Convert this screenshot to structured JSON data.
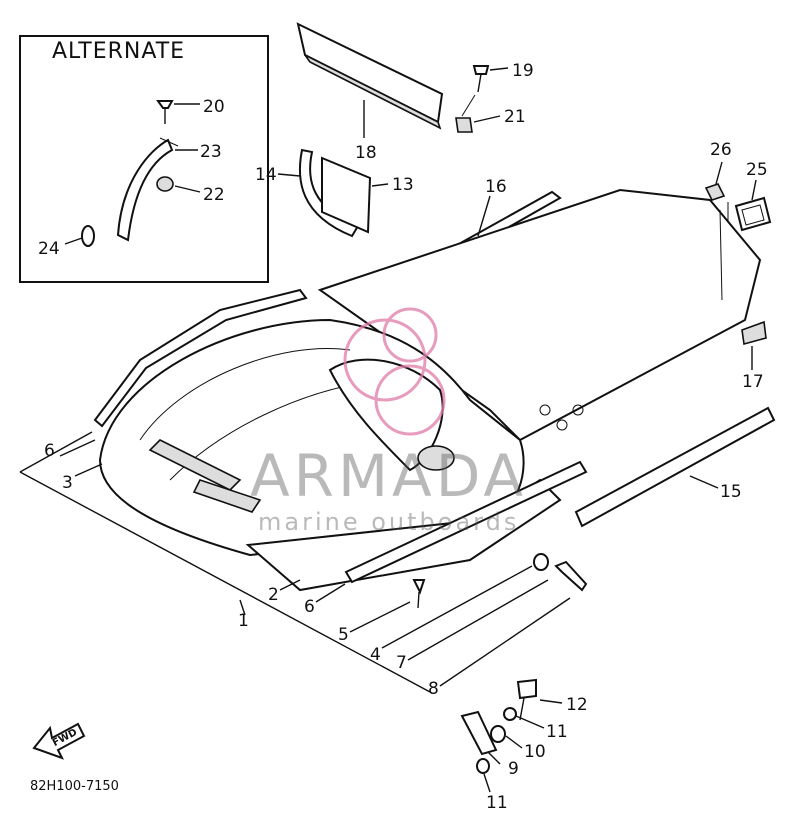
{
  "diagram": {
    "alternate_title": "ALTERNATE",
    "figure_code": "82H100-7150",
    "fwd_label": "FWD",
    "watermark": {
      "title": "ARMADA",
      "subtitle": "marine outboards",
      "title_color": "#555555",
      "logo_color": "#e07aa8"
    },
    "callouts": {
      "c1": "1",
      "c2": "2",
      "c3": "3",
      "c4": "4",
      "c5": "5",
      "c6a": "6",
      "c6b": "6",
      "c7": "7",
      "c8": "8",
      "c9": "9",
      "c10": "10",
      "c11a": "11",
      "c11b": "11",
      "c12": "12",
      "c13": "13",
      "c14": "14",
      "c15": "15",
      "c16": "16",
      "c17": "17",
      "c18": "18",
      "c19": "19",
      "c20": "20",
      "c21": "21",
      "c22": "22",
      "c23": "23",
      "c24": "24",
      "c25": "25",
      "c26": "26"
    }
  }
}
